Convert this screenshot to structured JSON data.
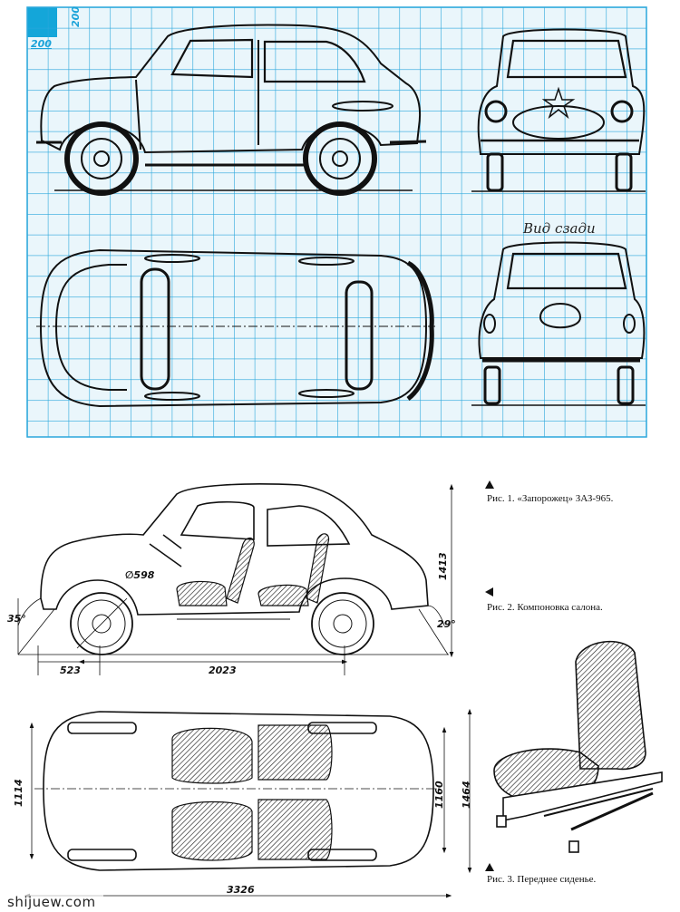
{
  "blueprint": {
    "scale_vertical": "200",
    "scale_horizontal": "200",
    "rear_view_caption": "Вид сзади",
    "grid_color": "#2aa7dc",
    "accent_color": "#14a6d9"
  },
  "layout_drawing": {
    "wheel_diameter": "∅598",
    "approach_angle": "35°",
    "departure_angle": "29°",
    "height": "1413",
    "front_overhang": "523",
    "wheelbase": "2023",
    "total_length": "3326",
    "rear_track": "1114",
    "front_track": "1160",
    "width": "1464"
  },
  "captions": {
    "fig1": "Рис. 1. «Запорожец» ЗАЗ-965.",
    "fig2": "Рис. 2. Компоновка салона.",
    "fig3": "Рис. 3. Переднее сиденье."
  },
  "watermark": "shijuew.com"
}
